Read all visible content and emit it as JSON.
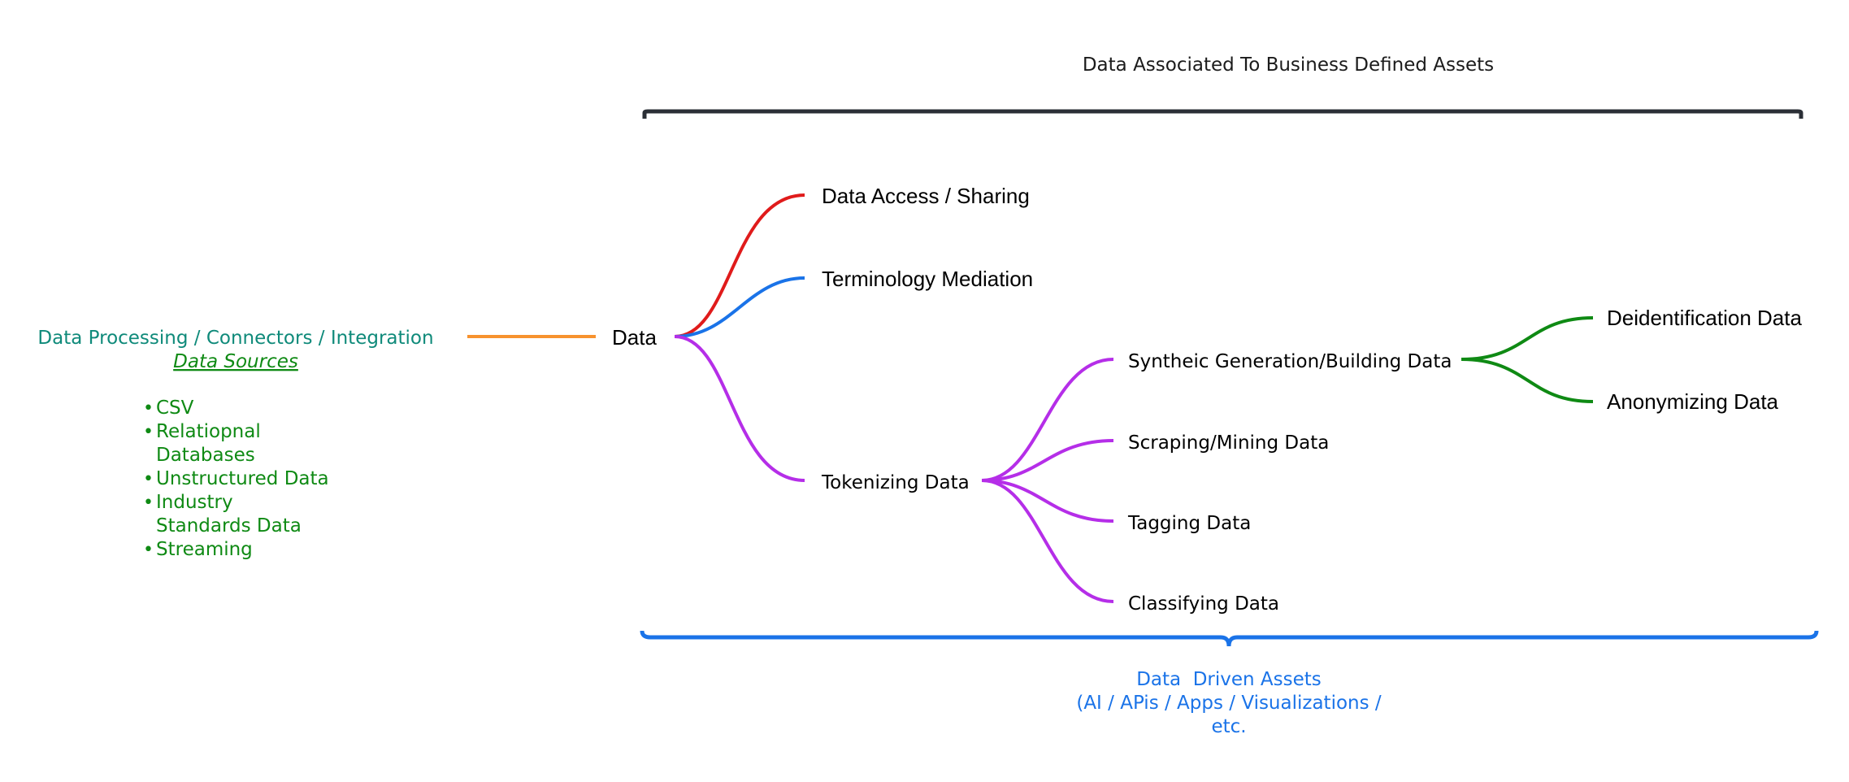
{
  "title": "Data Associated To Business Defined Assets",
  "left_panel": {
    "heading": "Data Processing / Connectors / Integration",
    "subheading": "Data Sources",
    "items": [
      "CSV",
      "Relatiopnal Databases",
      "Unstructured Data",
      "Industry Standards Data",
      "Streaming"
    ]
  },
  "root": "Data",
  "branches": {
    "access": "Data Access / Sharing",
    "terminology": "Terminology Mediation",
    "tokenizing": "Tokenizing Data",
    "synthetic": "Syntheic Generation/Building Data",
    "scraping": "Scraping/Mining Data",
    "tagging": "Tagging Data",
    "classifying": "Classifying Data",
    "deidentification": "Deidentification Data",
    "anonymizing": "Anonymizing Data"
  },
  "bottom_panel": {
    "line1": "Data  Driven Assets",
    "line2": "(AI / APis / Apps / Visualizations /",
    "line3": "etc."
  },
  "colors": {
    "orange": "#f7922e",
    "red": "#e01b1b",
    "blue": "#1a73e8",
    "purple": "#b52ee8",
    "green": "#0f8a14",
    "teal": "#0f8a7a",
    "dark": "#2b2f36"
  }
}
